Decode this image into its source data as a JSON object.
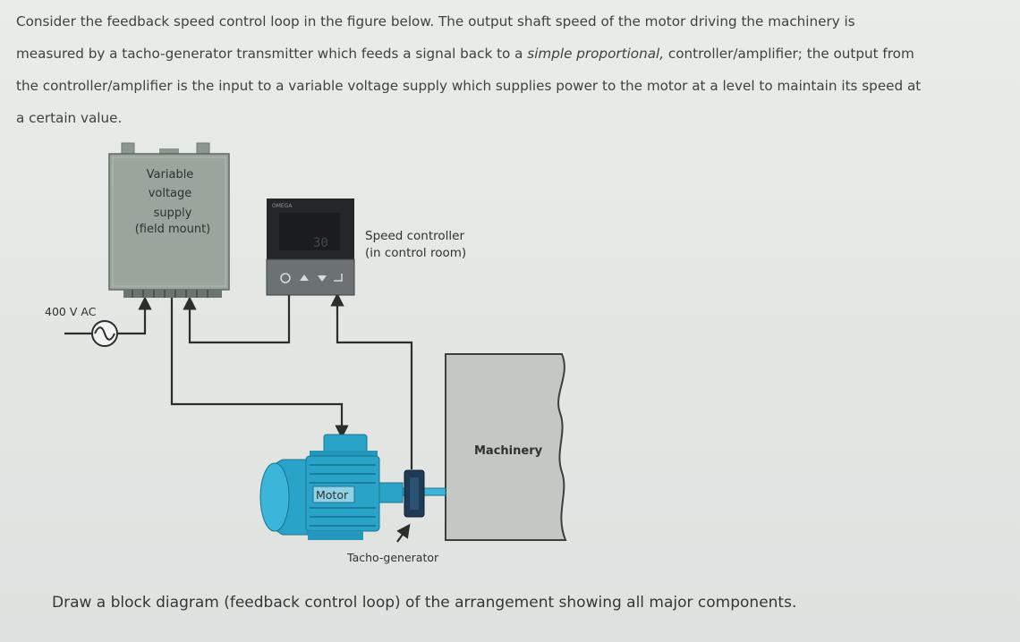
{
  "intro": {
    "line1": "Consider the feedback speed control loop in the figure below. The output shaft speed of the motor driving the machinery is",
    "line2_a": "measured by a tacho-generator transmitter which feeds a signal back to a ",
    "line2_em": "simple proportional,",
    "line2_b": " controller/amplifier; the output from",
    "line3": "the controller/amplifier is the input to a variable voltage supply which supplies power to the motor at a level to maintain its speed at",
    "line4": "a certain value."
  },
  "diagram": {
    "supply_label": [
      "Variable",
      "voltage",
      "supply",
      "(field mount)"
    ],
    "controller_label": [
      "Speed controller",
      "(in control room)"
    ],
    "controller_display": "30",
    "controller_brand": "OMEGA",
    "ac_label": "400 V AC",
    "motor_label": "Motor",
    "machinery_label": "Machinery",
    "tacho_label": "Tacho-generator",
    "colors": {
      "supply_box": "#9aa59c",
      "controller_body": "#24272a",
      "motor_blue": "#2aa3c9",
      "wire": "#2b2e2c",
      "machinery": "#c4c8c5"
    }
  },
  "question": "Draw a block diagram (feedback control loop) of the arrangement showing all major components."
}
